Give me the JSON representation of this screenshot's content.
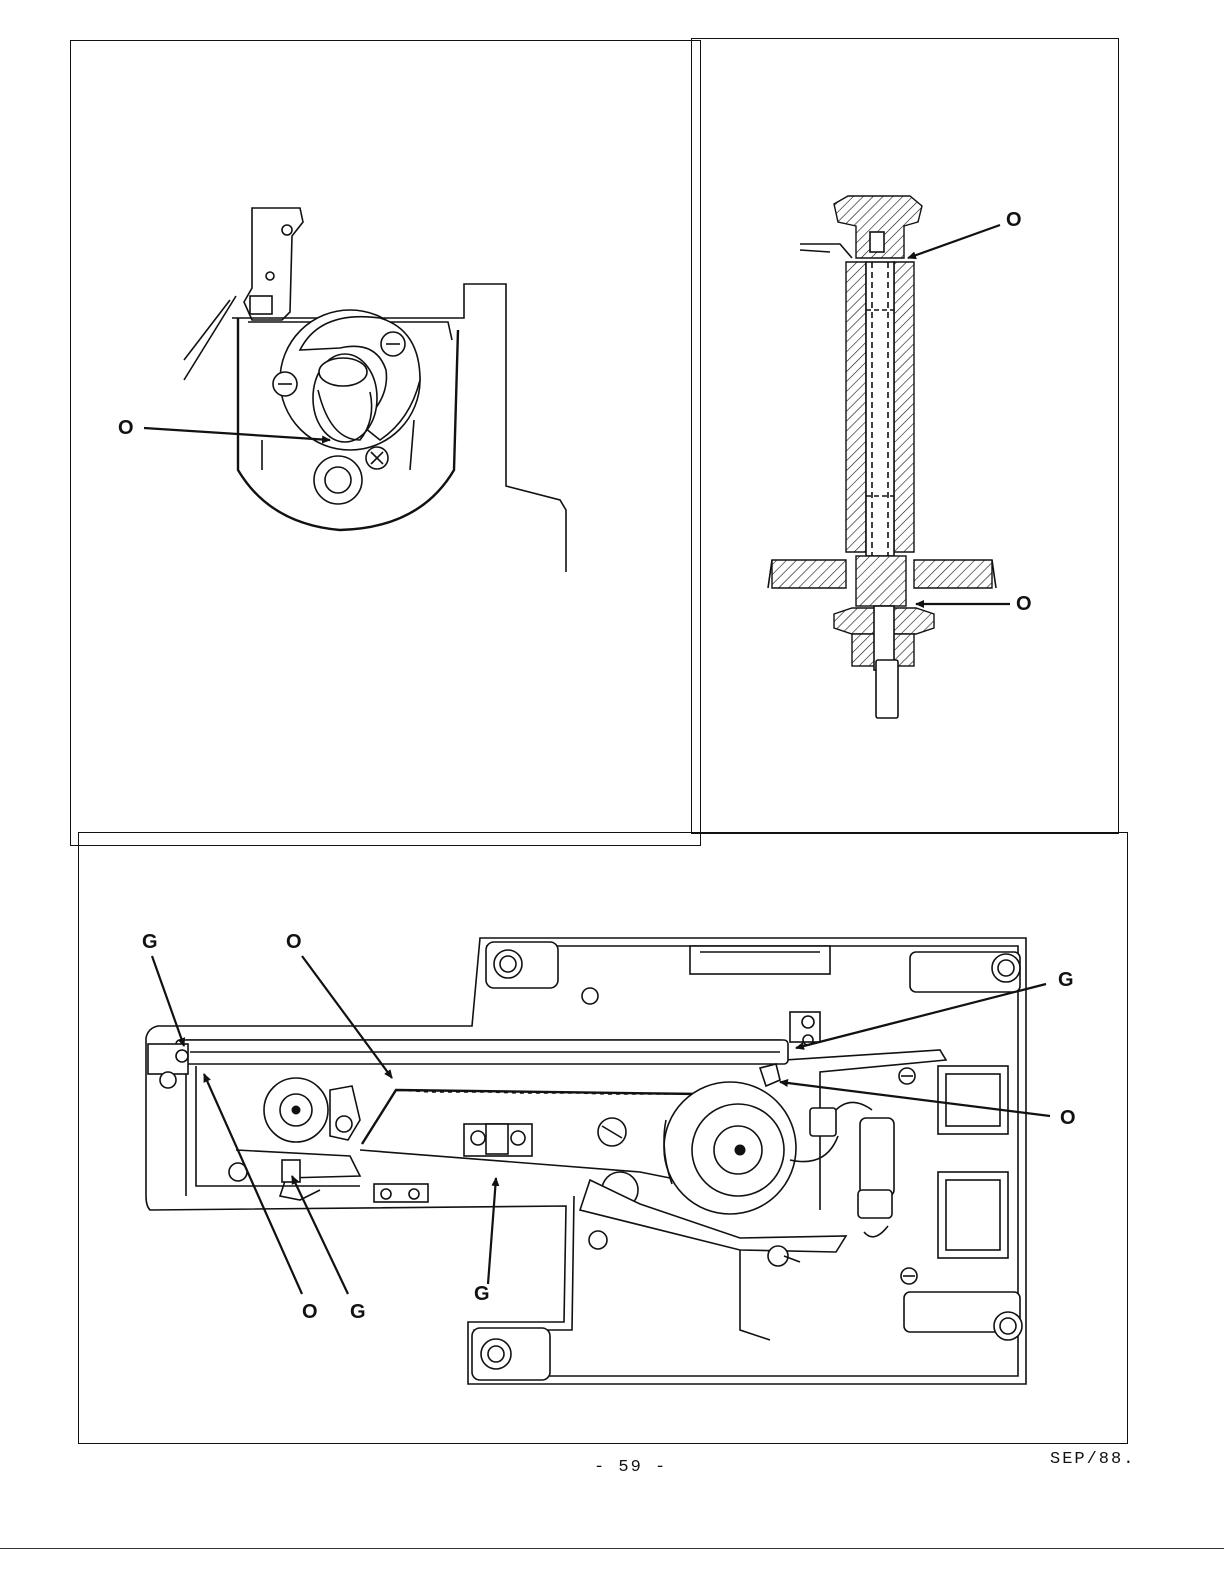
{
  "figures": {
    "top_left": {
      "labels": [
        "O"
      ]
    },
    "top_right": {
      "labels": [
        "O",
        "O"
      ]
    },
    "bottom": {
      "labels": [
        "G",
        "O",
        "G",
        "O",
        "O",
        "G",
        "G"
      ]
    }
  },
  "footer": {
    "page_number": "- 59 -",
    "date": "SEP/88."
  }
}
